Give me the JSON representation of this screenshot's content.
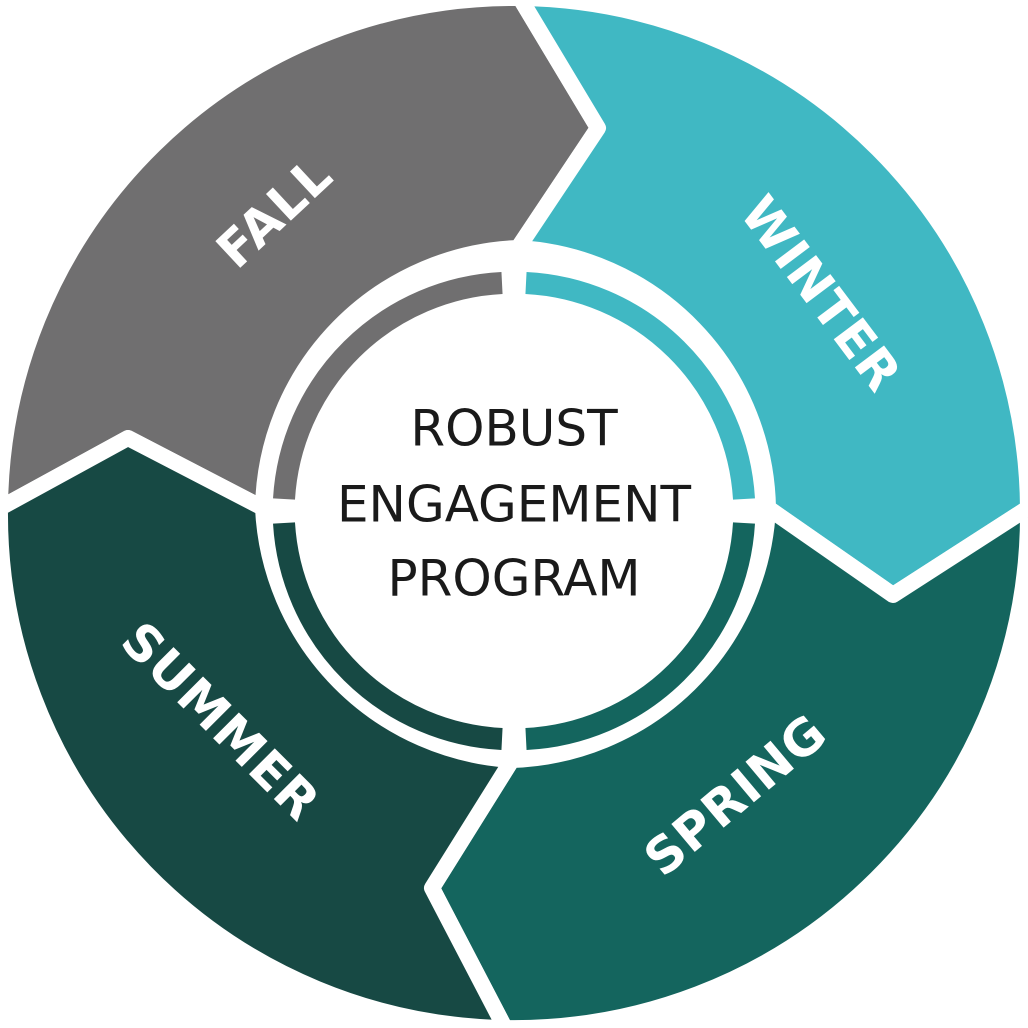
{
  "center": {
    "lines": [
      "ROBUST",
      "ENGAGEMENT",
      "PROGRAM"
    ]
  },
  "segments": [
    {
      "label": "FALL",
      "color": "#706f70"
    },
    {
      "label": "WINTER",
      "color": "#40b8c3"
    },
    {
      "label": "SPRING",
      "color": "#14655e"
    },
    {
      "label": "SUMMER",
      "color": "#174944"
    }
  ],
  "colors": {
    "background": "#ffffff",
    "center_fill": "#ffffff",
    "label_text": "#ffffff",
    "center_text": "#1a1a1a"
  }
}
